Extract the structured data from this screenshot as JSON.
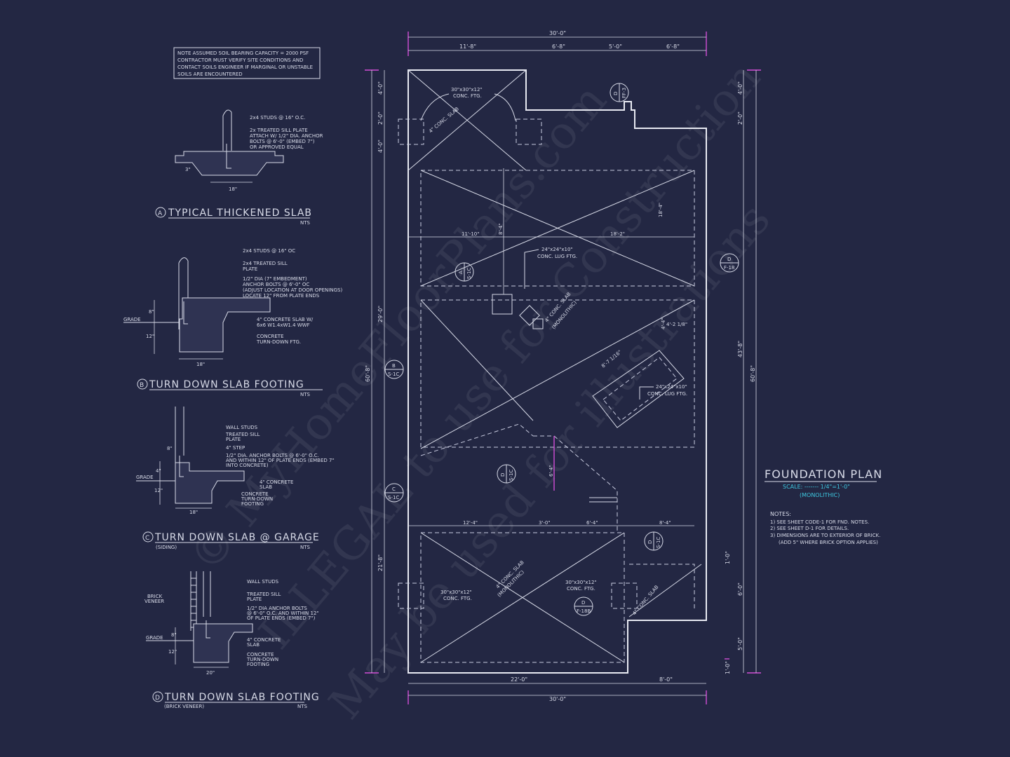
{
  "soil_note": [
    "NOTE ASSUMED SOIL BEARING CAPACITY = 2000 PSF",
    "CONTRACTOR MUST VERIFY SITE CONDITIONS AND",
    "CONTACT SOILS ENGINEER IF MARGINAL OR UNSTABLE",
    "SOILS ARE ENCOUNTERED"
  ],
  "detail_a": {
    "title": "TYPICAL THICKENED SLAB",
    "bubble": "A",
    "scale": "NTS",
    "labels": [
      "2x4 STUDS @ 16\" O.C.",
      "2x TREATED SILL PLATE",
      "ATTACH W/ 1/2\" DIA. ANCHOR",
      "BOLTS @ 6'-0\" (EMBED 7\")",
      "OR APPROVED EQUAL"
    ],
    "dim": "18\"",
    "dim_left": "3\""
  },
  "detail_b": {
    "title": "TURN DOWN SLAB FOOTING",
    "bubble": "B",
    "scale": "NTS",
    "labels": [
      "2x4 STUDS @ 16\" OC",
      "2x4 TREATED SILL",
      "PLATE",
      "1/2\" DIA (7\" EMBEDMENT)",
      "ANCHOR BOLTS @ 6'-0\" OC",
      "(ADJUST LOCATION AT DOOR OPENINGS)",
      "LOCATE 12\" FROM PLATE ENDS",
      "4\" CONCRETE SLAB W/",
      "6x6 W1.4xW1.4 WWF",
      "CONCRETE",
      "TURN-DOWN FTG."
    ],
    "grade": "GRADE",
    "dims": [
      "8\"",
      "12\"",
      "18\""
    ]
  },
  "detail_c": {
    "title": "TURN DOWN SLAB @ GARAGE",
    "subtitle": "(SIDING)",
    "bubble": "C",
    "scale": "NTS",
    "labels": [
      "WALL STUDS",
      "TREATED SILL",
      "PLATE",
      "4\" STEP",
      "1/2\" DIA. ANCHOR BOLTS @ 6'-0\" O.C.",
      "AND WITHIN 12\" OF PLATE ENDS (EMBED 7\"",
      "INTO CONCRETE)",
      "4\" CONCRETE",
      "SLAB",
      "CONCRETE",
      "TURN-DOWN",
      "FOOTING"
    ],
    "grade": "GRADE",
    "dims": [
      "8\"",
      "4\"",
      "12\"",
      "18\""
    ]
  },
  "detail_d": {
    "title": "TURN DOWN SLAB FOOTING",
    "subtitle": "(BRICK VENEER)",
    "bubble": "D",
    "scale": "NTS",
    "labels": [
      "WALL STUDS",
      "TREATED SILL",
      "PLATE",
      "1/2\" DIA ANCHOR BOLTS",
      "@ 6'-0\" O.C. AND WITHIN 12\"",
      "OF PLATE ENDS (EMBED 7\")",
      "4\" CONCRETE",
      "SLAB",
      "CONCRETE",
      "TURN-DOWN",
      "FOOTING"
    ],
    "brick": [
      "BRICK",
      "VENEER"
    ],
    "grade": "GRADE",
    "dims": [
      "8\"",
      "12\"",
      "20\""
    ]
  },
  "plan": {
    "top_dims": [
      "30'-0\"",
      "11'-8\"",
      "6'-8\"",
      "5'-0\"",
      "6'-8\""
    ],
    "bottom_dims": [
      "22'-0\"",
      "8'-0\"",
      "30'-0\""
    ],
    "left_dims": [
      "4'-0\"",
      "2'-0\"",
      "4'-0\"",
      "29'-0\"",
      "21'-8\"",
      "60'-8\""
    ],
    "right_dims": [
      "4'-0\"",
      "2'-0\"",
      "43'-8\"",
      "60'-8\"",
      "1'-0\"",
      "6'-0\"",
      "5'-0\"",
      "1'-0\""
    ],
    "inner_dims": [
      "11'-10\"",
      "18'-2\"",
      "18'-4\"",
      "8'-4\"",
      "6'-4\"",
      "12'-4\"",
      "3'-0\"",
      "6'-4\"",
      "8'-4\"",
      "4'-2 1/8\"",
      "8'-7 1/16\"",
      "4'-4\""
    ],
    "notes": [
      "30\"x30\"x12\"",
      "CONC. FTG.",
      "24\"x24\"x10\"",
      "CONC. LUG FTG.",
      "4\" CONC. SLAB",
      "(MONOLITHIC)",
      "4\" CONC. SLAB"
    ],
    "callouts": [
      {
        "top": "D",
        "bottom": "F-18"
      },
      {
        "top": "D",
        "bottom": "FF-3"
      },
      {
        "top": "A",
        "bottom": "S-1C"
      },
      {
        "top": "B",
        "bottom": "S-1C"
      },
      {
        "top": "C",
        "bottom": "S-1C"
      },
      {
        "top": "D",
        "bottom": "S-1C"
      },
      {
        "top": "D",
        "bottom": "S-1C"
      },
      {
        "top": "D",
        "bottom": "F-18B"
      }
    ]
  },
  "plan_title": "FOUNDATION PLAN",
  "plan_scale_label": "SCALE: ------- 1/4\"=1'-0\"",
  "plan_subtitle": "(MONOLITHIC)",
  "notes_heading": "NOTES:",
  "notes": [
    "1) SEE SHEET CODE-1 FOR FND. NOTES.",
    "2) SEE SHEET D-1 FOR DETAILS.",
    "3) DIMENSIONS ARE TO EXTERIOR OF BRICK.",
    "(ADD 5\" WHERE BRICK OPTION APPLIES)"
  ],
  "watermark": [
    "© MyHomeFloorPlans.com",
    "ILLEGAL to use for Construction",
    "May be used for illustrations"
  ],
  "colors": {
    "background": "#232743",
    "line": "#d8dbe8",
    "accent_magenta": "#d14fd6",
    "accent_cyan": "#3ec8e0"
  }
}
